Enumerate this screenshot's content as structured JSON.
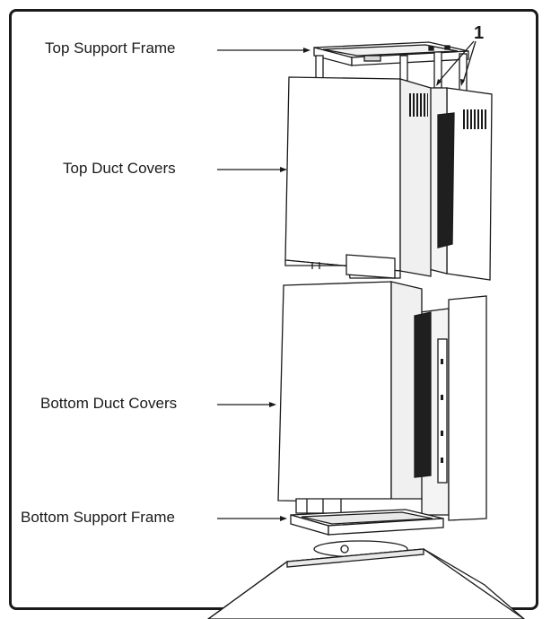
{
  "labels": {
    "top_support_frame": "Top Support Frame",
    "top_duct_covers": "Top Duct Covers",
    "bottom_duct_covers": "Bottom Duct Covers",
    "bottom_support_frame": "Bottom Support Frame"
  },
  "callout": {
    "number": "1"
  },
  "colors": {
    "line": "#1a1a1a",
    "fill": "#ffffff",
    "dark_slot": "#1f1f1f",
    "shade": "#e9e9e9"
  }
}
